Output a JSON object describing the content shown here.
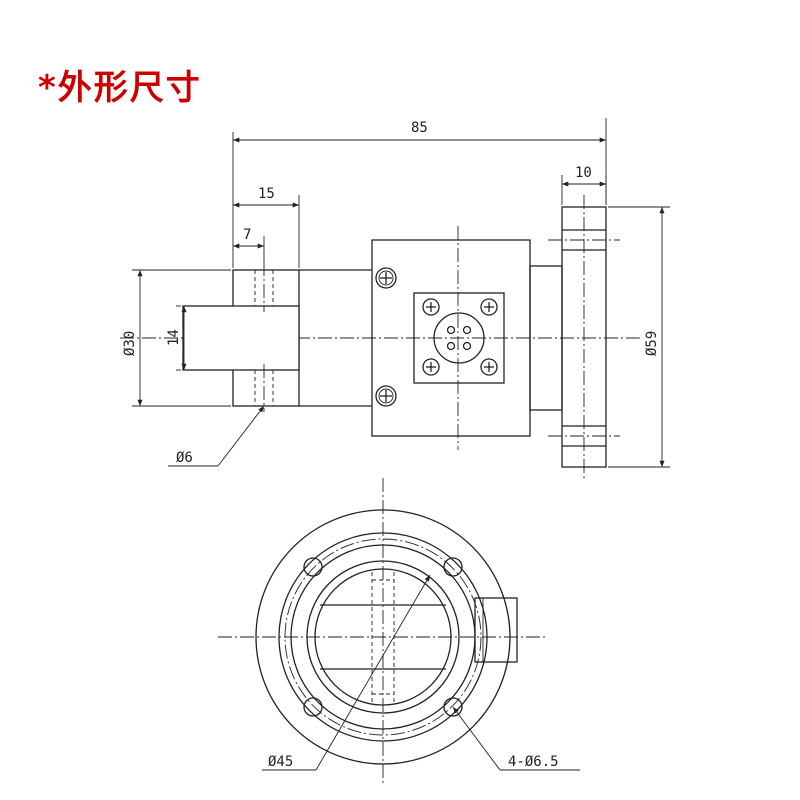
{
  "title": "*外形尺寸",
  "colors": {
    "title": "#cc0000",
    "line": "#222222",
    "background": "#ffffff"
  },
  "dimensions": {
    "overall_length": "85",
    "shaft_length": "15",
    "hole_offset": "7",
    "flange_thickness": "10",
    "shaft_diameter": "Ø30",
    "key_width": "14",
    "flange_diameter": "Ø59",
    "hole_diameter": "Ø6",
    "pitch_circle": "Ø45",
    "mount_holes": "4-Ø6.5"
  }
}
